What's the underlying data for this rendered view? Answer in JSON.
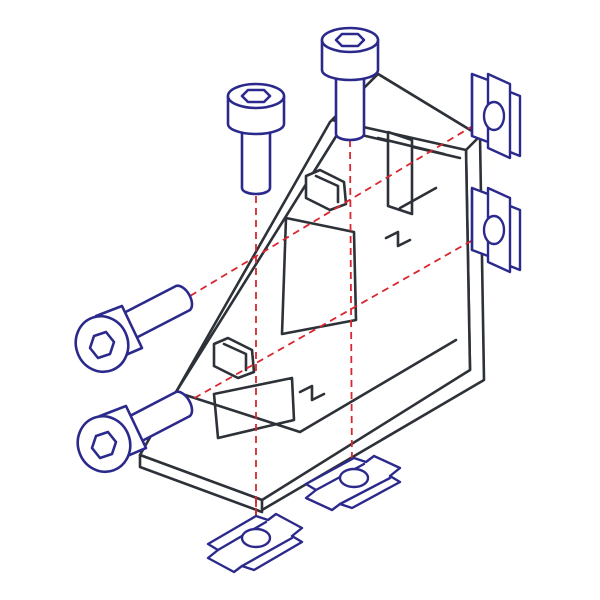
{
  "colors": {
    "background": "#ffffff",
    "bracket_stroke": "#2d3138",
    "bracket_fill": "#ffffff",
    "hardware_stroke": "#2b2a8c",
    "hardware_fill": "#ffffff",
    "axis_line": "#d9262f"
  },
  "parts": {
    "corner_bracket": "angle-bracket",
    "screws": [
      "socket-head-cap-screw",
      "socket-head-cap-screw",
      "socket-head-cap-screw",
      "socket-head-cap-screw"
    ],
    "t_nuts": [
      "slot-nut",
      "slot-nut",
      "slot-nut",
      "slot-nut"
    ]
  }
}
